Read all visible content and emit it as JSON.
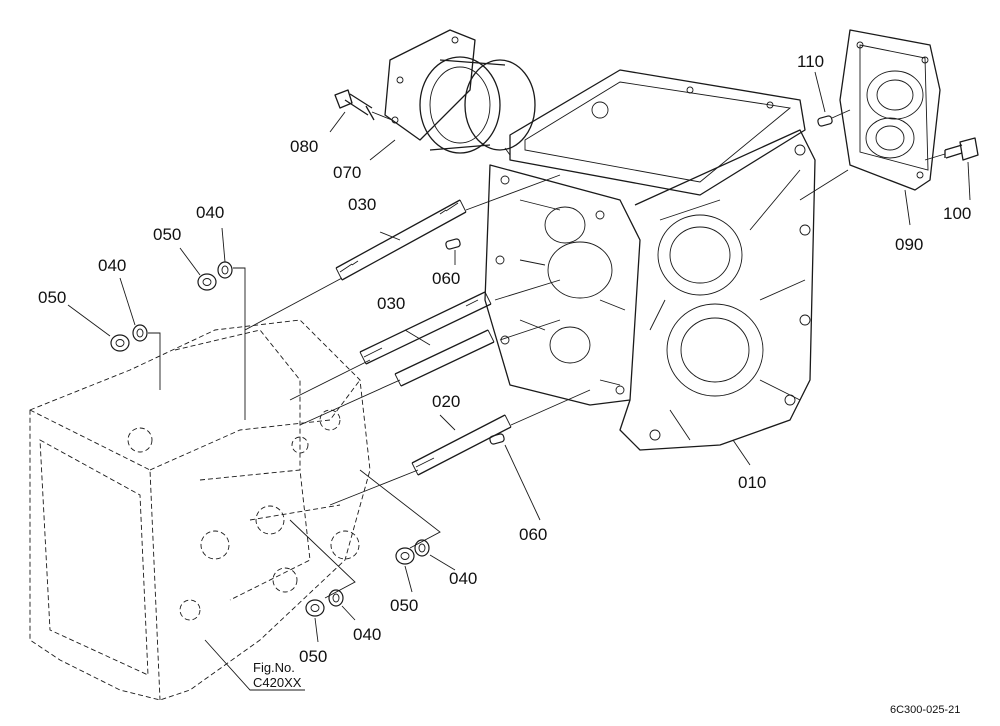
{
  "labels": {
    "p010": "010",
    "p020": "020",
    "p030a": "030",
    "p030b": "030",
    "p040a": "040",
    "p040b": "040",
    "p040c": "040",
    "p040d": "040",
    "p050a": "050",
    "p050b": "050",
    "p050c": "050",
    "p050d": "050",
    "p060a": "060",
    "p060b": "060",
    "p070": "070",
    "p080": "080",
    "p090": "090",
    "p100": "100",
    "p110": "110"
  },
  "figure": {
    "line1": "Fig.No.",
    "line2": "C420XX"
  },
  "drawing_code": "6C300-025-21"
}
